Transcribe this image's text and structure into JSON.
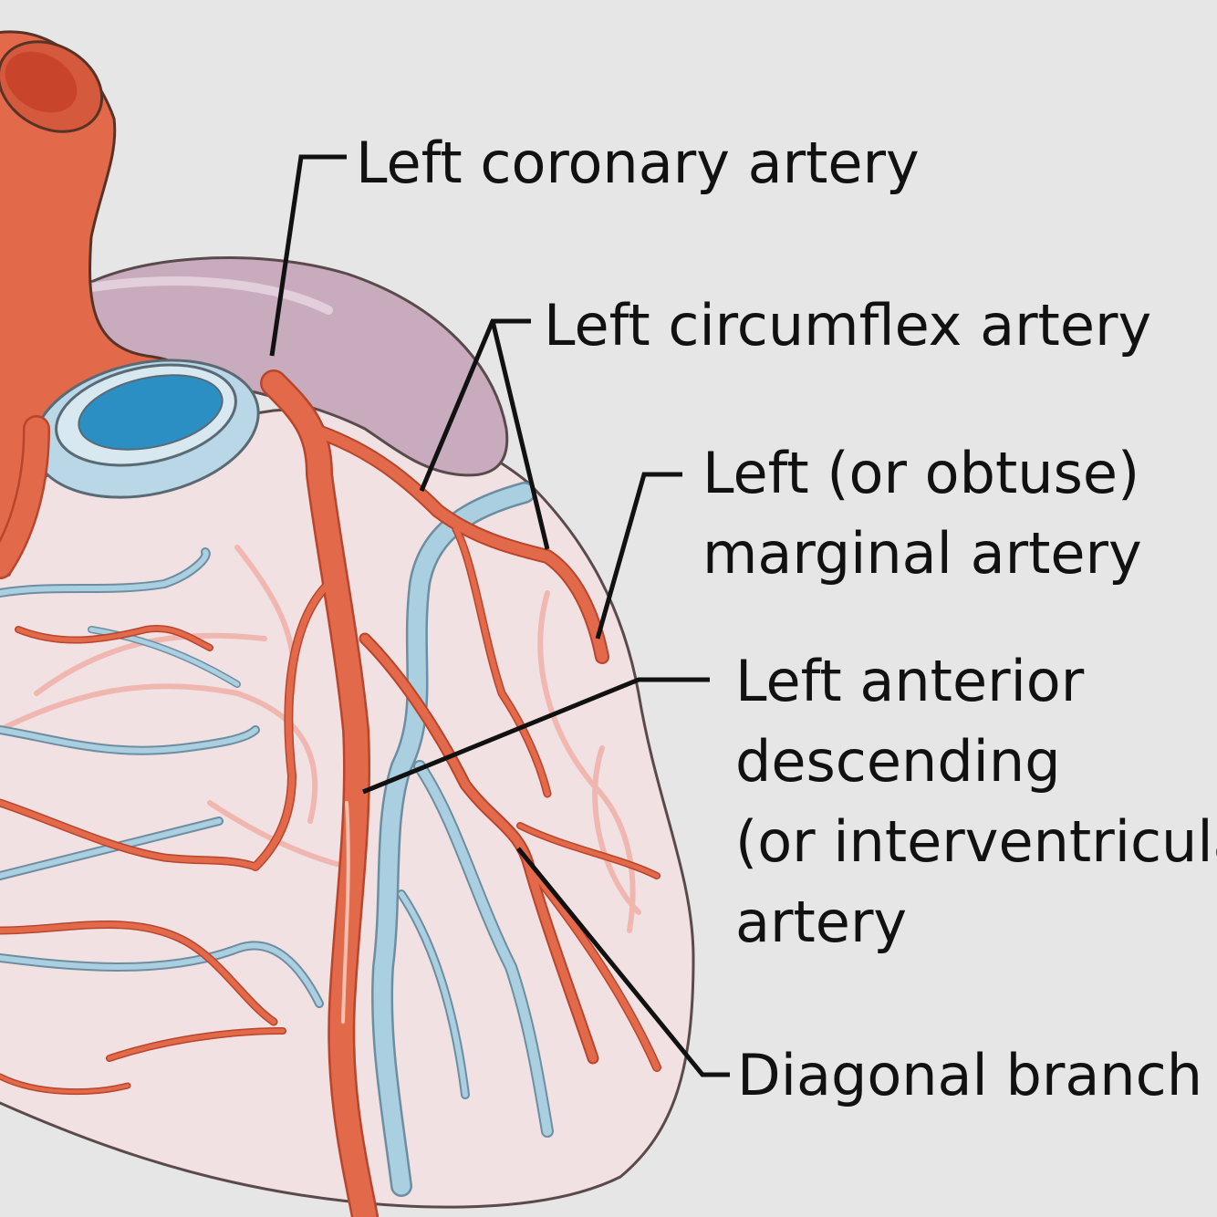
{
  "labels": {
    "left_coronary": "Left coronary artery",
    "left_circumflex": "Left circumflex artery",
    "left_marginal": [
      "Left (or obtuse)",
      "marginal artery"
    ],
    "lad": [
      "Left anterior",
      "descending",
      "(or interventricular)",
      "artery"
    ],
    "diagonal": "Diagonal branch"
  },
  "colors": {
    "background": "#e6e6e6",
    "artery": "#e2694a",
    "artery_dark": "#c8442a",
    "vein": "#a9cfe0",
    "heart_surface": "#f1e1e3",
    "pulmonary_trunk": "#c9abbe",
    "leader_line": "#111111"
  }
}
